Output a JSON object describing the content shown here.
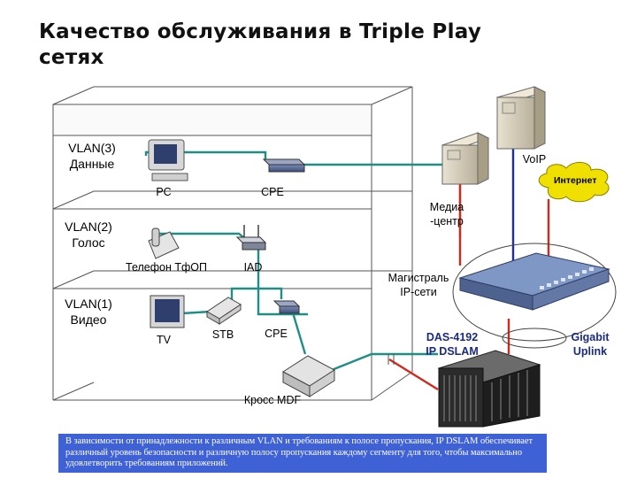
{
  "title": {
    "line1": "Качество обслуживания в Triple Play",
    "line2": "сетях"
  },
  "vlans": {
    "data": {
      "line1": "VLAN(3)",
      "line2": "Данные"
    },
    "voice": {
      "line1": "VLAN(2)",
      "line2": "Голос"
    },
    "video": {
      "line1": "VLAN(1)",
      "line2": "Видео"
    }
  },
  "labels": {
    "pc": "PC",
    "cpe_top": "CPE",
    "phone": "Телефон ТфОП",
    "iad": "IAD",
    "tv": "TV",
    "stb": "STB",
    "cpe_bottom": "CPE",
    "cross": "Кросс MDF",
    "voip": "VoIP",
    "internet": "Интернет",
    "media_line1": "Медиа",
    "media_line2": "-центр",
    "backbone_line1": "Магистраль",
    "backbone_line2": "IP-сети",
    "dslam_line1": "DAS-4192",
    "dslam_line2": "IP DSLAM",
    "uplink_line1": "Gigabit",
    "uplink_line2": "Uplink"
  },
  "footer": "В зависимости от принадлежности к различным VLAN и требованиям к полосе пропускания, IP DSLAM обеспечивает различный уровень безопасности и различную полосу пропускания каждому сегменту для того, чтобы максимально удовлетворить требованиям приложений.",
  "colors": {
    "link_teal": "#1f8f86",
    "link_red": "#d4281c",
    "link_blue": "#1f2f9a",
    "footer_bg": "#3f61d6",
    "cloud": "#f0e000"
  }
}
